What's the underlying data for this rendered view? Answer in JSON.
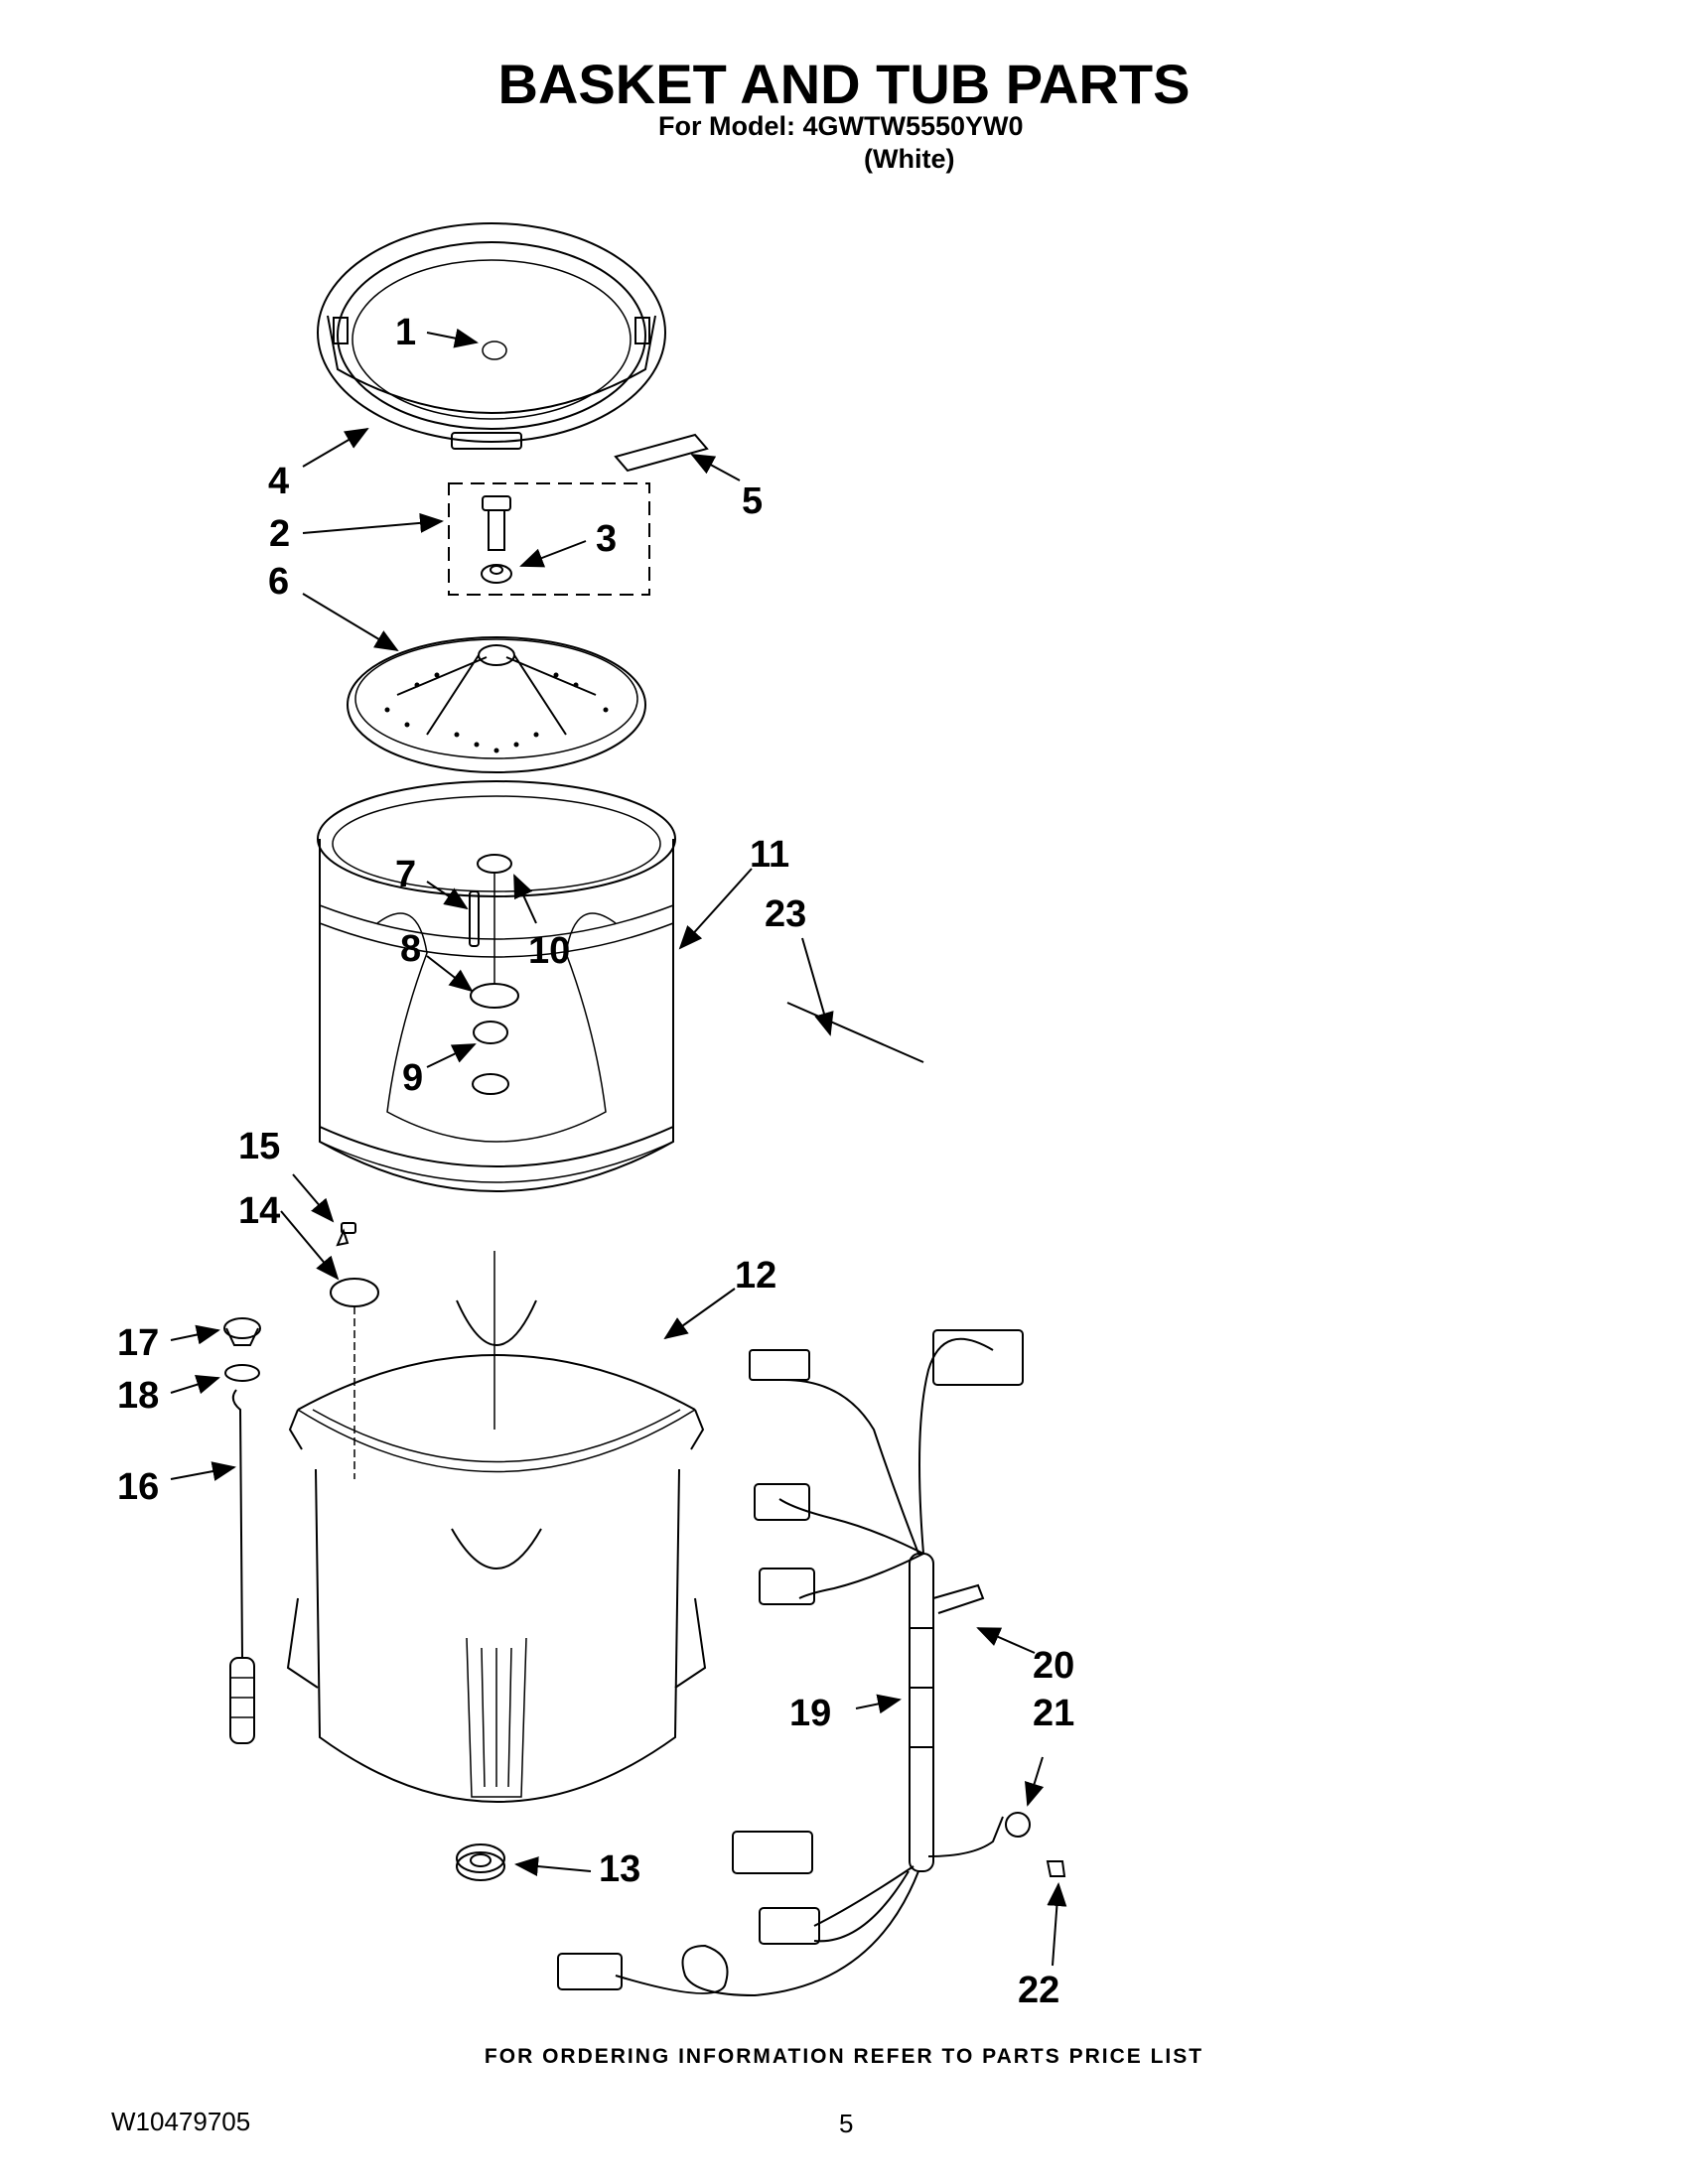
{
  "title": "BASKET AND TUB PARTS",
  "model_line": "For Model: 4GWTW5550YW0",
  "color_line": "(White)",
  "footer_note": "FOR ORDERING INFORMATION REFER TO PARTS PRICE LIST",
  "document_number": "W10479705",
  "page_number": "5",
  "callouts": [
    "1",
    "2",
    "3",
    "4",
    "5",
    "6",
    "7",
    "8",
    "9",
    "10",
    "11",
    "12",
    "13",
    "14",
    "15",
    "16",
    "17",
    "18",
    "19",
    "20",
    "21",
    "22",
    "23"
  ]
}
